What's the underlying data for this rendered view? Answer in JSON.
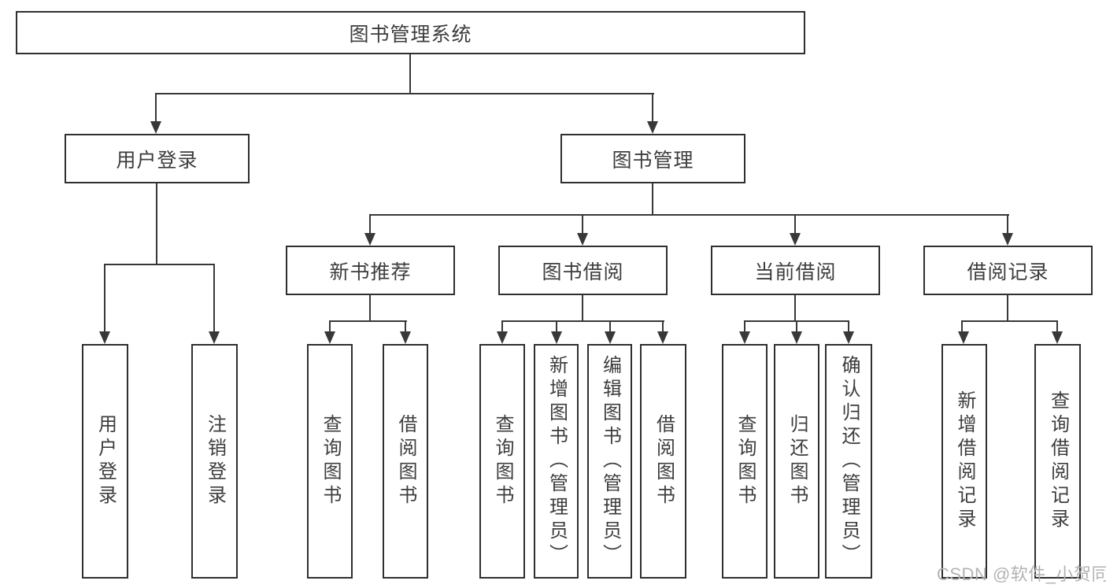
{
  "tree": {
    "root": {
      "label": "图书管理系统",
      "children": [
        {
          "label": "用户登录",
          "children": [
            {
              "label": "用户登录"
            },
            {
              "label": "注销登录"
            }
          ]
        },
        {
          "label": "图书管理",
          "children": [
            {
              "label": "新书推荐",
              "children": [
                {
                  "label": "查询图书"
                },
                {
                  "label": "借阅图书"
                }
              ]
            },
            {
              "label": "图书借阅",
              "children": [
                {
                  "label": "查询图书"
                },
                {
                  "label": "新增图书（管理员）"
                },
                {
                  "label": "编辑图书（管理员）"
                },
                {
                  "label": "借阅图书"
                }
              ]
            },
            {
              "label": "当前借阅",
              "children": [
                {
                  "label": "查询图书"
                },
                {
                  "label": "归还图书"
                },
                {
                  "label": "确认归还（管理员）"
                }
              ]
            },
            {
              "label": "借阅记录",
              "children": [
                {
                  "label": "新增借阅记录"
                },
                {
                  "label": "查询借阅记录"
                }
              ]
            }
          ]
        }
      ]
    }
  },
  "watermark": "CSDN @软件_小贺同学",
  "colors": {
    "line": "#383838",
    "box_border": "#2f2f2f",
    "text": "#3d3d3d",
    "watermark": "#b3b3b3",
    "background": "#ffffff"
  }
}
